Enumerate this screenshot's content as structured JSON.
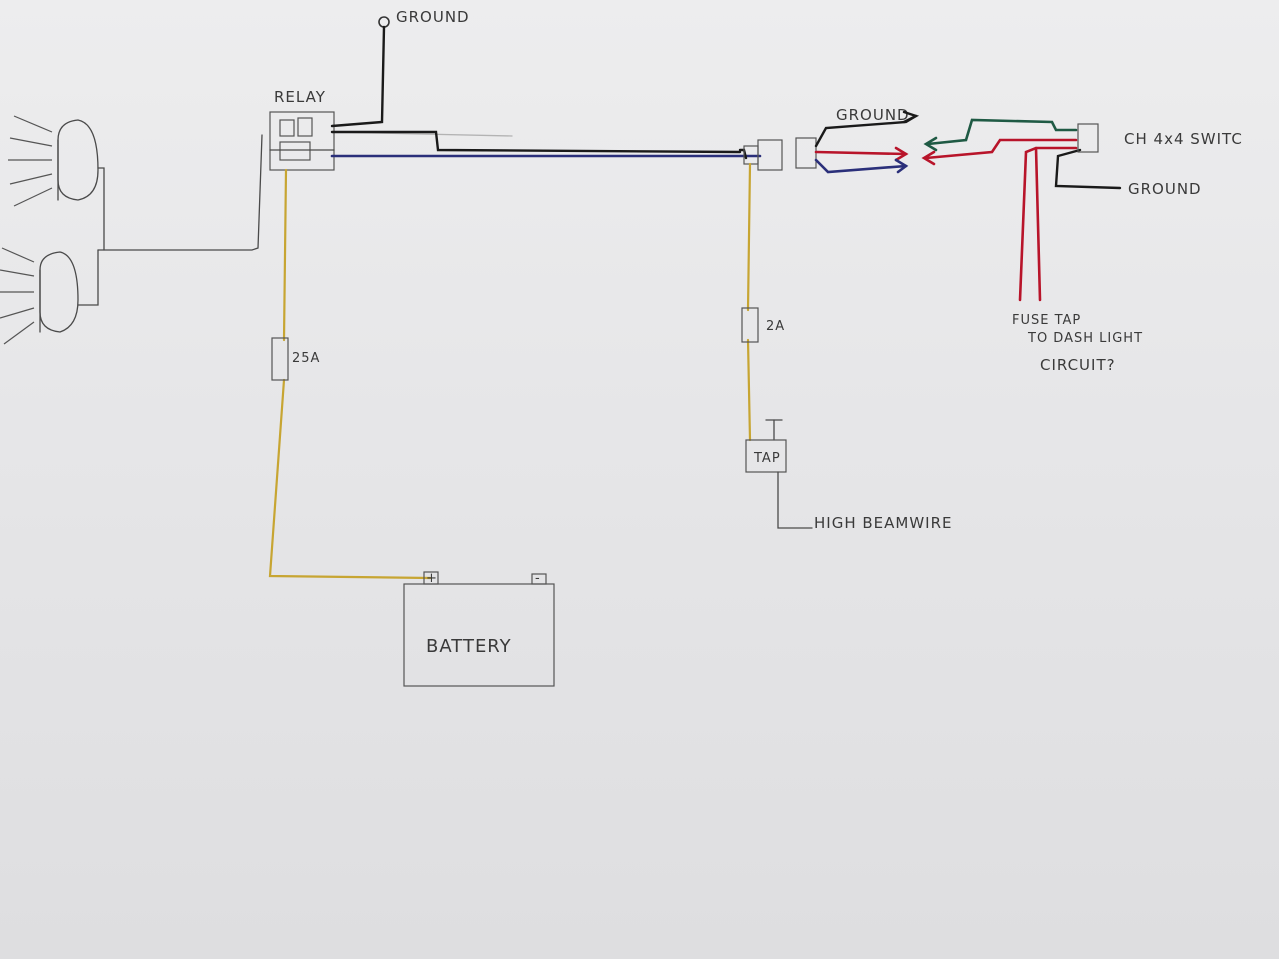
{
  "labels": {
    "ground_top": "GROUND",
    "relay": "RELAY",
    "ground_connector": "GROUND",
    "switch": "CH 4x4 SWITC",
    "ground_switch": "GROUND",
    "fuse_tap_line1": "FUSE TAP",
    "fuse_tap_line2": "TO DASH LIGHT",
    "fuse_tap_line3": "CIRCUIT?",
    "fuse_25a": "25A",
    "fuse_2a": "2A",
    "tap": "TAP",
    "high_beam": "HIGH BEAMWIRE",
    "battery": "BATTERY",
    "battery_plus": "+",
    "battery_minus": "-"
  },
  "colors": {
    "black_wire": "#1a1a1a",
    "blue_wire": "#2a2f7a",
    "red_wire": "#b8142a",
    "green_wire": "#1f5a44",
    "yellow_wire": "#c7a532",
    "pencil": "#4a4a4a"
  }
}
